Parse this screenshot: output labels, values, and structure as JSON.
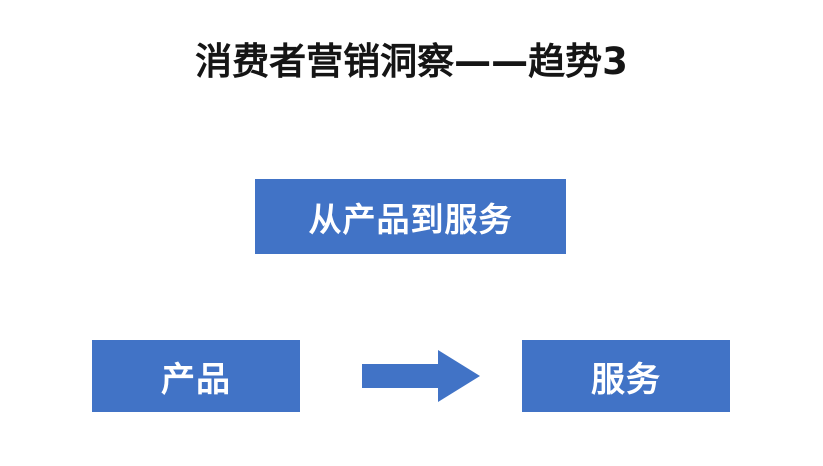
{
  "slide": {
    "title": "消费者营销洞察——趋势3",
    "background_color": "#FFFFFF",
    "title_color": "#151515",
    "accent_color": "#4173C6",
    "box_text_color": "#FFFFFF"
  },
  "diagram": {
    "headline_box": {
      "label": "从产品到服务",
      "color": "#4173C6"
    },
    "flow": {
      "from_box": {
        "label": "产品",
        "color": "#4173C6"
      },
      "connector": {
        "icon": "right-arrow-icon",
        "direction": "right",
        "color": "#4173C6"
      },
      "to_box": {
        "label": "服务",
        "color": "#4173C6"
      }
    }
  }
}
